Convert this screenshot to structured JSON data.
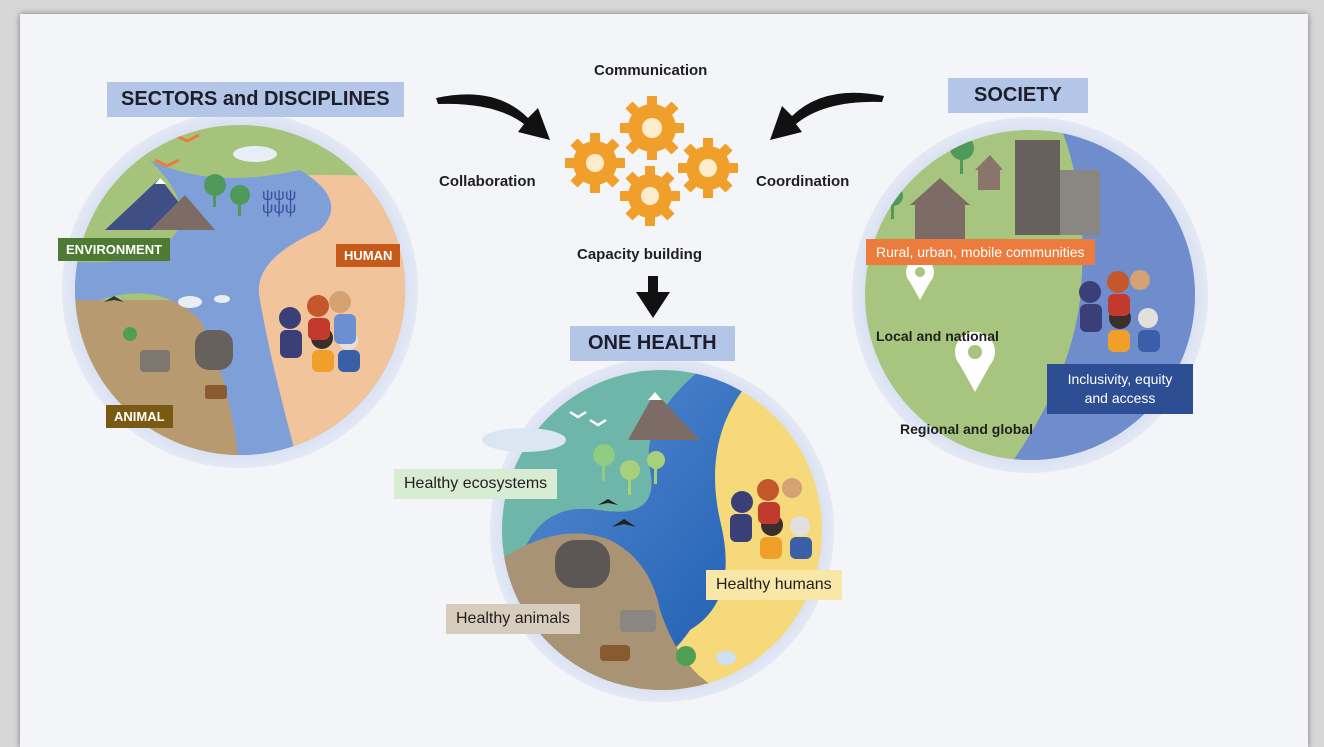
{
  "headers": {
    "sectors": "SECTORS and DISCIPLINES",
    "society": "SOCIETY",
    "one_health": "ONE HEALTH"
  },
  "center": {
    "communication": "Communication",
    "collaboration": "Collaboration",
    "coordination": "Coordination",
    "capacity_building": "Capacity building"
  },
  "sectors_circle": {
    "environment": "ENVIRONMENT",
    "human": "HUMAN",
    "animal": "ANIMAL"
  },
  "society_circle": {
    "communities": "Rural, urban, mobile communities",
    "local_national": "Local and national",
    "regional_global": "Regional and global",
    "inclusivity": "Inclusivity, equity and access"
  },
  "one_health_circle": {
    "ecosystems": "Healthy ecosystems",
    "humans": "Healthy humans",
    "animals": "Healthy animals"
  },
  "colors": {
    "header_bg": "#b3c6e7",
    "gear": "#f0a02a",
    "environment_tag": "#4e7b33",
    "human_tag": "#c65a1a",
    "animal_tag": "#7a5a12",
    "communities_tag": "#ec7c3d",
    "inclusivity_tag": "#2d4e92"
  }
}
